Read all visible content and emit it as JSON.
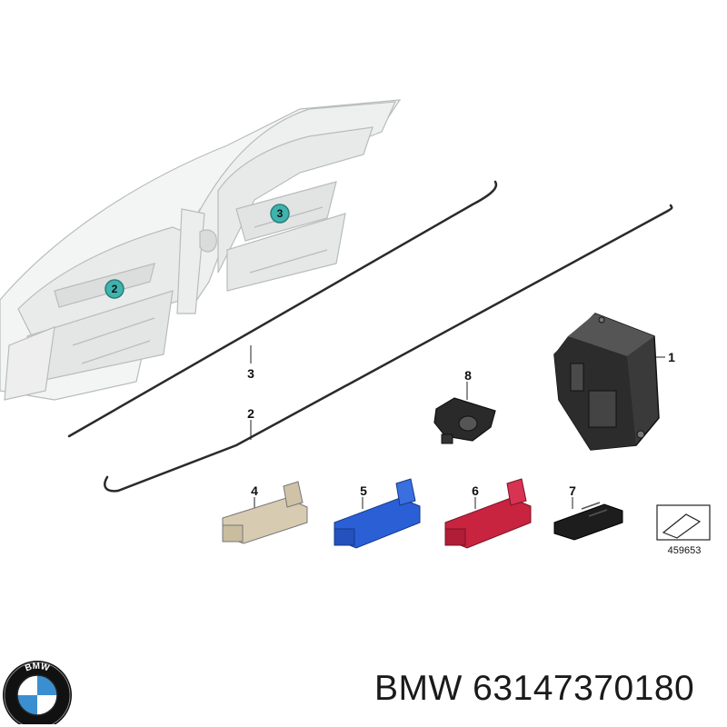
{
  "callouts": {
    "part_1": "1",
    "part_2": "2",
    "part_3": "3",
    "part_4": "4",
    "part_5": "5",
    "part_6": "6",
    "part_7": "7",
    "part_8": "8"
  },
  "door_markers": {
    "front": "2",
    "rear": "3"
  },
  "reference_number": "459653",
  "brand": "BMW",
  "part_number": "63147370180",
  "logo": {
    "icon": "bmw-roundel-icon",
    "letters": "BMW"
  },
  "colors": {
    "marker_teal": "#3fb3ad",
    "connector_beige": "#d7cbb2",
    "connector_blue": "#2a5fd6",
    "connector_red": "#c8233f",
    "connector_black": "#1d1d1d"
  }
}
